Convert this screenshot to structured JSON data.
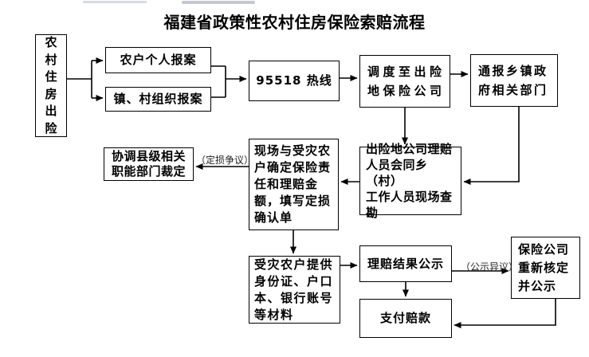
{
  "title": "福建省政策性农村住房保险索赔流程",
  "nodes": {
    "start": {
      "label": "农\n村\n住\n房\n出\n险"
    },
    "farmer_report": {
      "label": "农户个人报案"
    },
    "org_report": {
      "label": "镇、村组织报案"
    },
    "hotline": {
      "label": "95518 热线"
    },
    "dispatch": {
      "label": "调度至出险\n地保险公司"
    },
    "notify_gov": {
      "label": "通报乡镇政\n府相关部门"
    },
    "survey": {
      "label": "出险地公司理赔\n人员会同乡（村）\n工作人员现场查\n勘"
    },
    "confirm_loss": {
      "label": "现场与受灾农\n户确定保险责\n任和理赔金\n额，填写定损\n确认单"
    },
    "coordinate": {
      "label": "协调县级相关\n职能部门裁定"
    },
    "materials": {
      "label": "受灾农户提供\n身份证、户口\n本、银行账号\n等材料"
    },
    "publicity": {
      "label": "理赔结果公示"
    },
    "reverify": {
      "label": "保险公司\n重新核定\n并公示"
    },
    "payment": {
      "label": "支付赔款"
    }
  },
  "edge_labels": {
    "damage_dispute": "（定损争议）",
    "publicity_objection": "（公示异议）"
  }
}
